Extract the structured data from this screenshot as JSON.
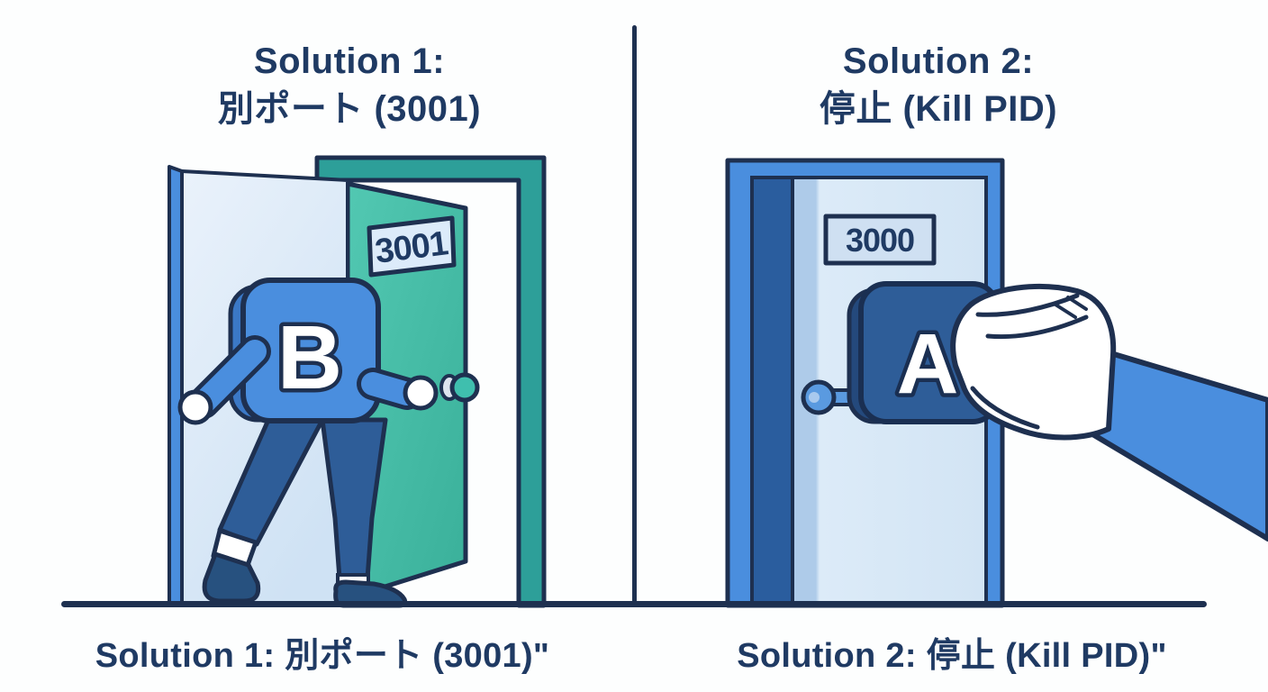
{
  "left_panel": {
    "title_line1": "Solution 1:",
    "title_line2": "別ポート (3001)",
    "door_sign": "3001",
    "character_label": "B",
    "caption": "Solution 1: 別ポート (3001)\""
  },
  "right_panel": {
    "title_line1": "Solution 2:",
    "title_line2": "停止 (Kill PID)",
    "door_sign": "3000",
    "character_label": "A",
    "caption": "Solution 2: 停止 (Kill PID)\""
  },
  "colors": {
    "ink_outline": "#1e3050",
    "text_navy": "#1f3a63",
    "medium_blue": "#4a8ede",
    "blue_shadow_edge": "#3b78c6",
    "pants_navy": "#2e5d98",
    "shoe_navy": "#27517f",
    "a_square_navy": "#2e5d98",
    "a_square_edge": "#24497c",
    "jamb_dark_blue": "#2a5d9e",
    "door_light_blue": "#dcebf8",
    "door_light_edge": "#aecbe9",
    "panel_light_blue": "#d7e7f6",
    "teal_door": "#45c1ab",
    "teal_frame": "#2d9f99",
    "teal_button": "#4cc9b2",
    "teal_button_dark": "#2aa08f",
    "sign_background": "#dcebfa",
    "white": "#ffffff"
  }
}
